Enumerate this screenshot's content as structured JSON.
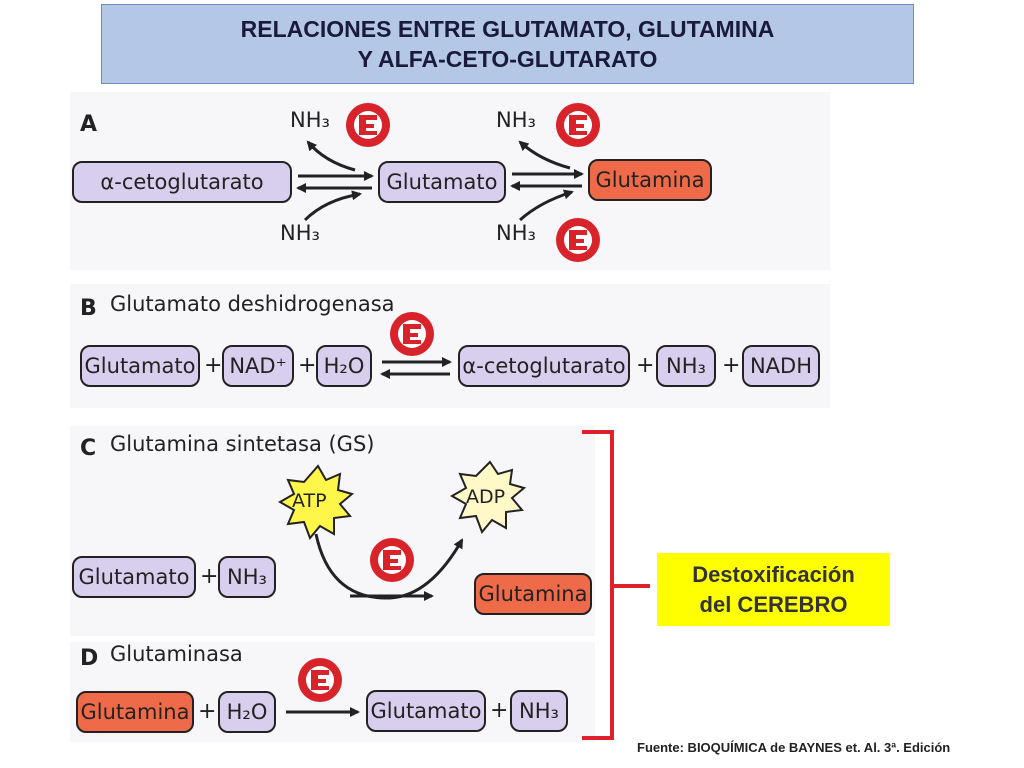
{
  "title": {
    "line1": "RELACIONES ENTRE GLUTAMATO, GLUTAMINA",
    "line2": "Y ALFA-CETO-GLUTARATO"
  },
  "sectionA": {
    "letter": "A",
    "box_akg": "α-cetoglutarato",
    "box_glutamato": "Glutamato",
    "box_glutamina": "Glutamina",
    "nh3": "NH₃"
  },
  "sectionB": {
    "letter": "B",
    "label": "Glutamato deshidrogenasa",
    "items": [
      "Glutamato",
      "NAD⁺",
      "H₂O",
      "α-cetoglutarato",
      "NH₃",
      "NADH"
    ],
    "plus": "+"
  },
  "sectionC": {
    "letter": "C",
    "label": "Glutamina sintetasa (GS)",
    "atp": "ATP",
    "adp": "ADP",
    "box_glutamato": "Glutamato",
    "box_nh3": "NH₃",
    "box_glutamina": "Glutamina",
    "plus": "+"
  },
  "sectionD": {
    "letter": "D",
    "label": "Glutaminasa",
    "box_glutamina": "Glutamina",
    "box_h2o": "H₂O",
    "box_glutamato": "Glutamato",
    "box_nh3": "NH₃",
    "plus": "+"
  },
  "detox": {
    "line1": "Destoxificación",
    "line2": "del  CEREBRO"
  },
  "source": "Fuente:  BIOQUÍMICA de BAYNES et. Al.  3ª. Edición",
  "colors": {
    "title_bg": "#b4c7e7",
    "lavender": "#d8cfee",
    "orange": "#ef6a48",
    "enzyme_red": "#d8232a",
    "bracket": "#e0202a",
    "detox_bg": "#ffff00"
  }
}
